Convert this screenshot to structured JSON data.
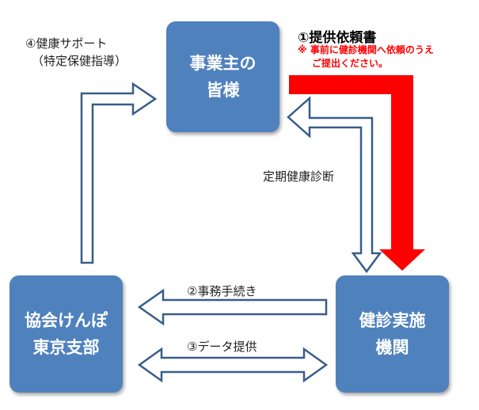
{
  "nodes": {
    "employer": {
      "line1": "事業主の",
      "line2": "皆様"
    },
    "association": {
      "line1": "協会けんぽ",
      "line2": "東京支部"
    },
    "clinic": {
      "line1": "健診実施",
      "line2": "機関"
    }
  },
  "labels": {
    "health_support_line1": "④健康サポート",
    "health_support_line2": "（特定保健指導）",
    "request_title": "①提供依頼書",
    "request_note_line1": "※ 事前に健診機関へ依頼のうえ",
    "request_note_line2": "ご提出ください。",
    "regular_checkup": "定期健康診断",
    "procedures": "②事務手続き",
    "data_provision": "③データ提供"
  },
  "colors": {
    "box": "#4f81bd",
    "arrow_outline": "#385d8a",
    "red_arrow": "#ff0000",
    "note_red": "#ff0000"
  }
}
